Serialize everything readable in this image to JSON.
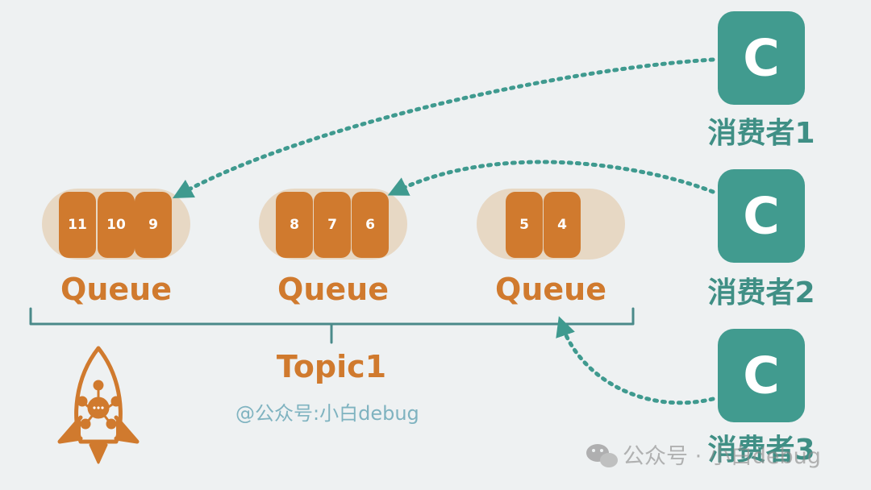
{
  "colors": {
    "slot": "#d07a2e",
    "queue_bg": "#e7d8c4",
    "consumer": "#419b8f",
    "arrow": "#3f9a8f",
    "bracket": "#4a8a8a",
    "text_orange": "#d07a2e",
    "text_teal": "#3f8f85"
  },
  "queues": [
    {
      "label": "Queue",
      "slots": [
        "11",
        "10",
        "9"
      ]
    },
    {
      "label": "Queue",
      "slots": [
        "8",
        "7",
        "6"
      ]
    },
    {
      "label": "Queue",
      "slots": [
        "5",
        "4"
      ]
    }
  ],
  "topic": {
    "label": "Topic1"
  },
  "consumers": [
    {
      "letter": "C",
      "label": "消费者1",
      "target_queue": 1
    },
    {
      "letter": "C",
      "label": "消费者2",
      "target_queue": 2
    },
    {
      "letter": "C",
      "label": "消费者3",
      "target_queue": 3
    }
  ],
  "credit": "@公众号:小白debug",
  "watermark": {
    "icon": "wechat-icon",
    "text": "公众号 · 小白debug"
  },
  "logo": {
    "icon": "rocketmq-rocket-icon"
  }
}
